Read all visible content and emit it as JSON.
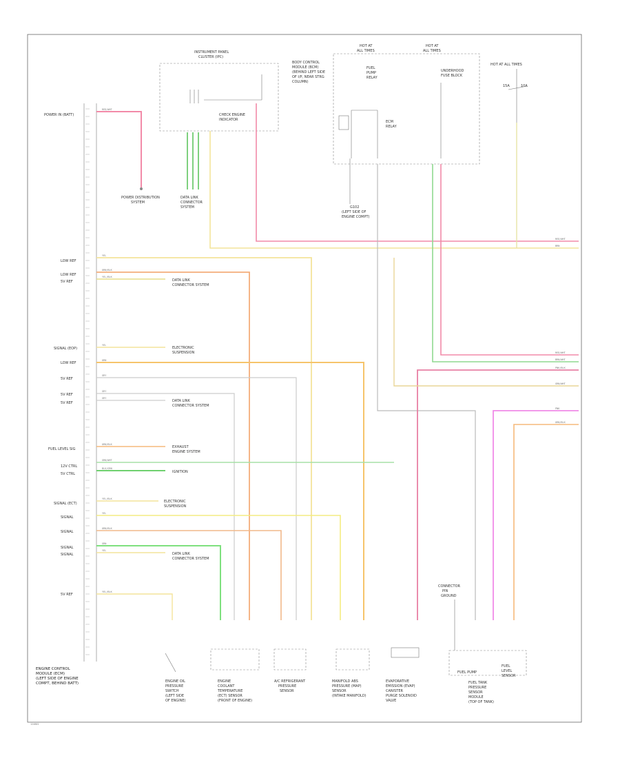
{
  "footer": {
    "code": "124801"
  },
  "components": {
    "ecm": [
      "ENGINE CONTROL",
      "MODULE (ECM)",
      "(LEFT SIDE OF ENGINE",
      "COMPT, BEHIND BATT)"
    ],
    "ipc": [
      "INSTRUMENT PANEL",
      "CLUSTER (IPC)"
    ],
    "ipc_inner": [
      "CHECK ENGINE",
      "INDICATOR"
    ],
    "bcm": [
      "BODY CONTROL",
      "MODULE (BCM)",
      "(BEHIND LEFT SIDE",
      "OF I/P, NEAR STRG",
      "COLUMN)"
    ],
    "fuse1": [
      "HOT AT",
      "ALL TIMES"
    ],
    "fuse2": [
      "HOT AT",
      "ALL TIMES"
    ],
    "fuse3": [
      "HOT AT ALL TIMES"
    ],
    "relay": [
      "FUEL",
      "PUMP",
      "RELAY"
    ],
    "underhood": [
      "UNDERHOOD",
      "FUSE BLOCK"
    ],
    "relay_inner": [
      "ECM",
      "RELAY"
    ],
    "fuse_small": [
      "15A",
      "10A"
    ],
    "g_ref": [
      "G102",
      "(LEFT SIDE OF",
      "ENGINE COMPT)"
    ],
    "powerdist_left": [
      "POWER DISTRIBUTION",
      "SYSTEM"
    ],
    "data_link": [
      "DATA LINK",
      "CONNECTOR",
      "SYSTEM"
    ],
    "sensors": [
      [
        "ENGINE OIL",
        "PRESSURE",
        "SWITCH",
        "(LEFT SIDE",
        "OF ENGINE)"
      ],
      [
        "ENGINE",
        "COOLANT",
        "TEMPERATURE",
        "(ECT) SENSOR",
        "(FRONT OF ENGINE)"
      ],
      [
        "A/C REFRIGERANT",
        "PRESSURE",
        "SENSOR"
      ],
      [
        "MANIFOLD ABS",
        "PRESSURE (MAP)",
        "SENSOR",
        "(INTAKE MANIFOLD)"
      ],
      [
        "EVAPORATIVE",
        "EMISSION (EVAP)",
        "CANISTER",
        "PURGE SOLENOID",
        "VALVE"
      ],
      [
        "FUEL TANK",
        "PRESSURE",
        "SENSOR",
        "MODULE",
        "(TOP OF TANK)"
      ]
    ],
    "fuel_pump": "FUEL PUMP",
    "fuel_level": [
      "FUEL",
      "LEVEL",
      "SENSOR"
    ],
    "ground": [
      "CONNECTOR",
      "PIN",
      "GROUND"
    ]
  },
  "left_labels": [
    "POWER IN (BATT)",
    "LOW REF",
    "LOW REF",
    "5V REF",
    "SIGNAL (EOP)",
    "LOW REF",
    "5V REF",
    "5V REF",
    "5V REF",
    "FUEL LEVEL SIG",
    "12V CTRL",
    "5V CTRL",
    "SIGNAL (ECT)",
    "SIGNAL",
    "SIGNAL",
    "SIGNAL",
    "SIGNAL",
    "5V REF"
  ],
  "wire_labels": [
    "RED/WHT",
    "YEL",
    "ORN/BLK",
    "YEL/BLK",
    "YEL",
    "ORN",
    "GRY",
    "GRY",
    "GRY",
    "ORN/BLK",
    "GRN/WHT",
    "BLK/GRN",
    "YEL/BLK",
    "YEL",
    "ORN/BLK",
    "GRN",
    "YEL",
    "YEL/BLK"
  ],
  "right_labels": [
    "RED/WHT",
    "BRN",
    "RED/WHT",
    "BRN/WHT",
    "PNK/BLK",
    "GRN/WHT",
    "PNK",
    "ORN/BLK"
  ],
  "ref_labels": [
    "DATA LINK",
    "CONNECTOR SYSTEM",
    "ELECTRONIC",
    "SUSPENSION",
    "EXHAUST",
    "ENGINE SYSTEM",
    "IGNITION",
    "DATA LINK",
    "CONNECTOR SYSTEM"
  ]
}
